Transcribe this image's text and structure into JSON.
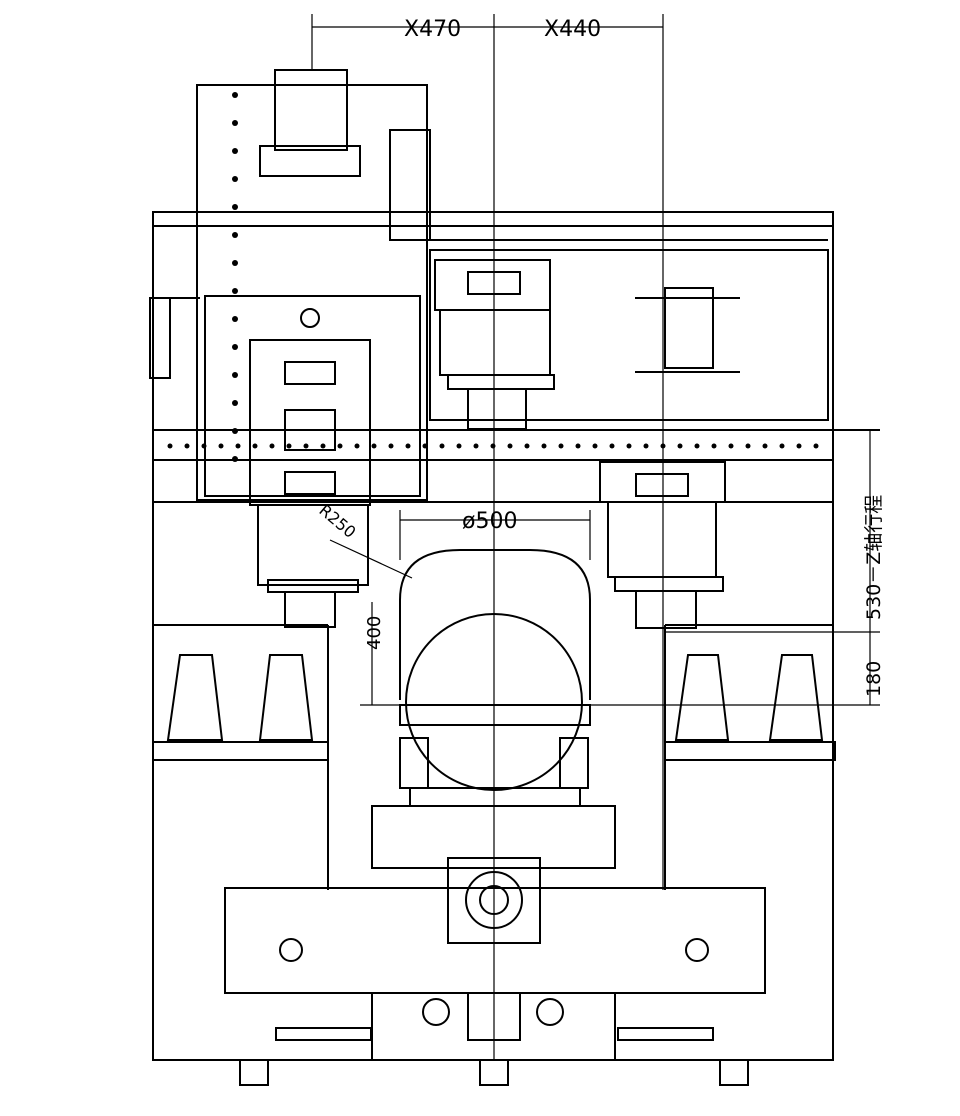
{
  "drawing": {
    "title": "Machine front view",
    "dimensions": {
      "x_left": "X470",
      "x_right": "X440",
      "table_diameter": "ø500",
      "height_400": "400",
      "radius": "R250",
      "z_travel": "530－Z轴行程",
      "z_bottom": "180"
    }
  }
}
